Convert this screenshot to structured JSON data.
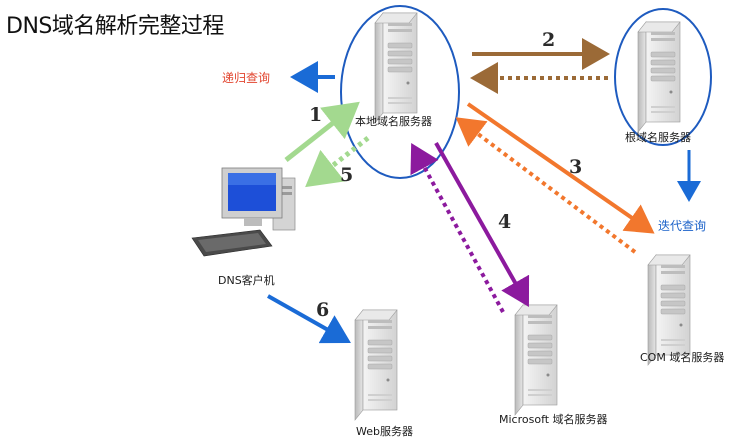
{
  "title": "DNS域名解析完整过程",
  "labels": {
    "recursive_query": "递归查询",
    "local_dns": "本地域名服务器",
    "root_dns": "根域名服务器",
    "iterative_query": "迭代查询",
    "client": "DNS客户机",
    "com_dns": "COM 域名服务器",
    "microsoft_dns": "Microsoft 域名服务器",
    "web_server": "Web服务器"
  },
  "steps": [
    "1",
    "2",
    "3",
    "4",
    "5",
    "6"
  ],
  "colors": {
    "step1": "#a3d98f",
    "step2": "#9b6a37",
    "step3": "#f2772d",
    "step4": "#8c1a9e",
    "step6": "#1a6bd6",
    "query_arrow": "#1a6bd6",
    "circle": "#1e5bbf"
  }
}
